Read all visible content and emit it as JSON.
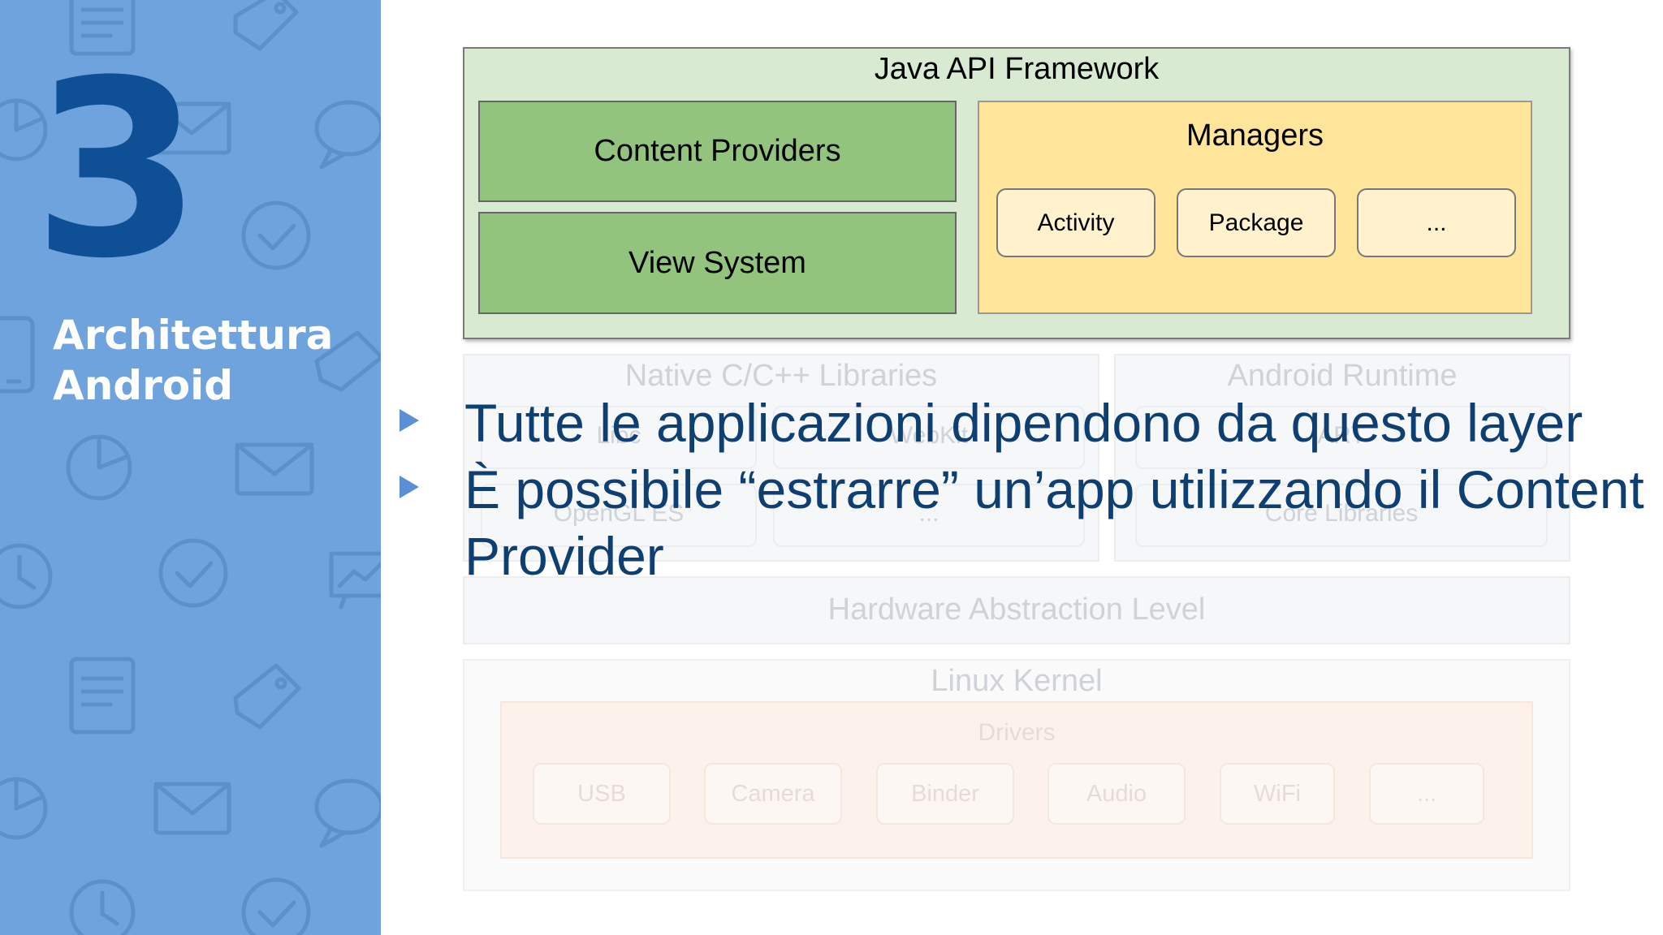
{
  "colors": {
    "sidebar": "#6fa3dd",
    "number": "#0e4f95",
    "framework_bg": "#d9ead3",
    "framework_green": "#93c47d",
    "managers_bg": "#ffe599",
    "manager_button": "#fff2cc",
    "bullet_text": "#0e3f73",
    "bullet_marker": "#5b8fd6"
  },
  "sidebar": {
    "number": "3",
    "title_line1": "Architettura",
    "title_line2": "Android",
    "background_icons": [
      "document-icon",
      "tag-icon",
      "pie-chart-icon",
      "mail-icon",
      "chat-bubble-icon",
      "check-circle-icon",
      "mobile-icon",
      "clock-icon",
      "presentation-icon"
    ]
  },
  "diagram": {
    "framework": {
      "title": "Java API Framework",
      "content_providers": "Content Providers",
      "view_system": "View System",
      "managers": {
        "title": "Managers",
        "items": [
          "Activity",
          "Package",
          "..."
        ]
      }
    },
    "native": {
      "title": "Native C/C++ Libraries",
      "items": [
        "Libc",
        "WebKit",
        "OpenGL ES",
        "..."
      ]
    },
    "runtime": {
      "title": "Android Runtime",
      "items": [
        "ART",
        "Core Libraries"
      ]
    },
    "hal": {
      "title": "Hardware Abstraction Level"
    },
    "kernel": {
      "title": "Linux Kernel",
      "drivers_title": "Drivers",
      "drivers": [
        "USB",
        "Camera",
        "Binder",
        "Audio",
        "WiFi",
        "..."
      ]
    }
  },
  "bullets": [
    "Tutte le applicazioni dipendono da questo layer",
    "È possibile “estrarre” un’app utilizzando il Content Provider"
  ]
}
